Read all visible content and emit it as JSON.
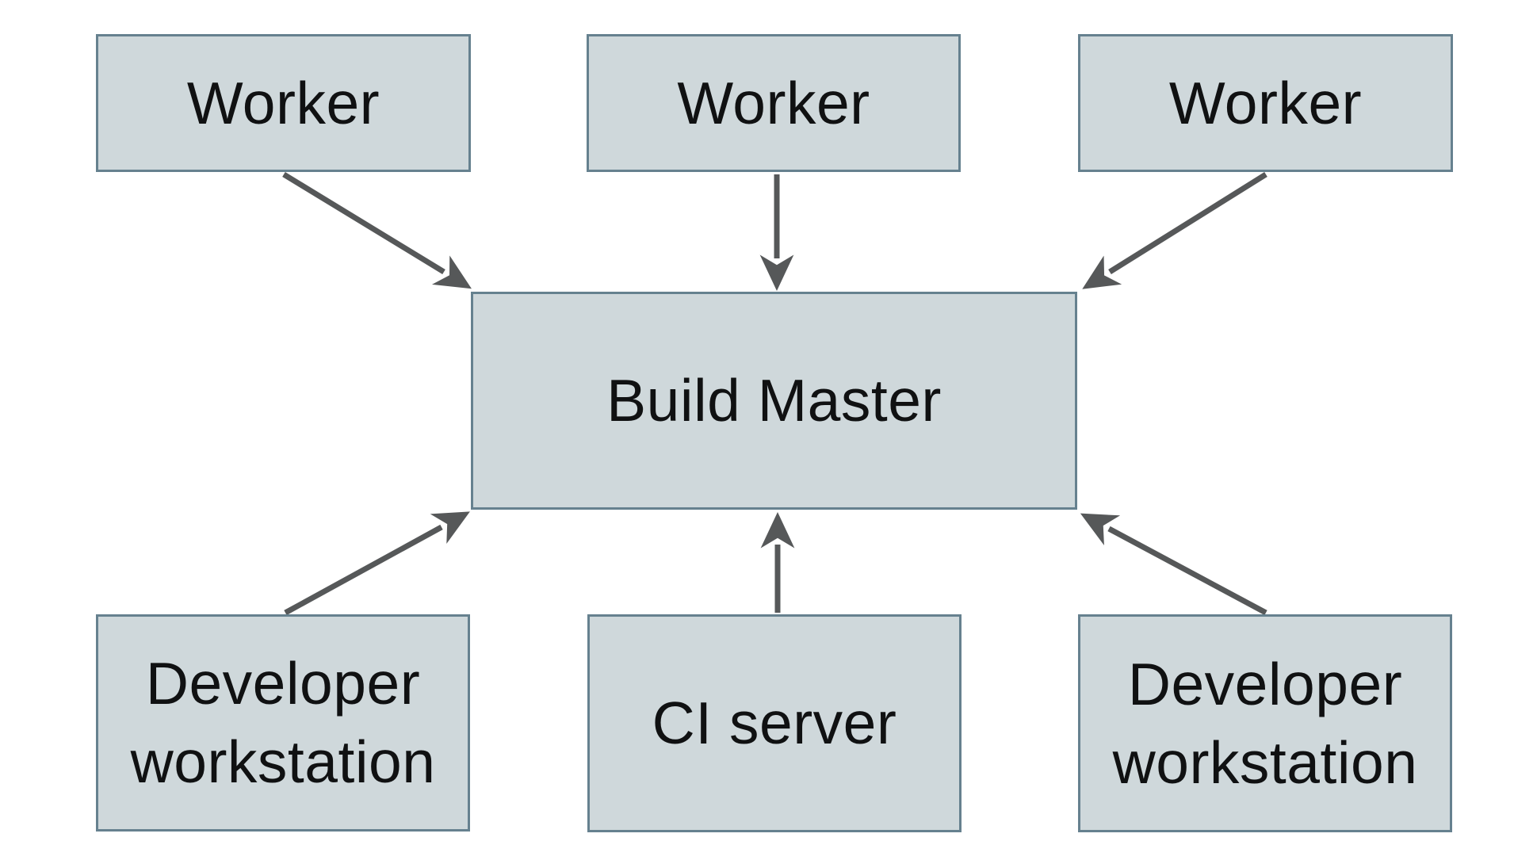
{
  "colors": {
    "background": "#ffffff",
    "node_fill": "#cfd8db",
    "node_border": "#66818f",
    "arrow": "#565859",
    "text": "#101112"
  },
  "diagram": {
    "type": "architecture-diagram",
    "nodes": [
      {
        "id": "worker-1",
        "label": "Worker"
      },
      {
        "id": "worker-2",
        "label": "Worker"
      },
      {
        "id": "worker-3",
        "label": "Worker"
      },
      {
        "id": "build-master",
        "label": "Build Master"
      },
      {
        "id": "developer-workstation-left",
        "label": "Developer workstation"
      },
      {
        "id": "ci-server",
        "label": "CI server"
      },
      {
        "id": "developer-workstation-right",
        "label": "Developer workstation"
      }
    ],
    "edges": [
      {
        "from": "worker-1",
        "to": "build-master"
      },
      {
        "from": "worker-2",
        "to": "build-master"
      },
      {
        "from": "worker-3",
        "to": "build-master"
      },
      {
        "from": "developer-workstation-left",
        "to": "build-master"
      },
      {
        "from": "ci-server",
        "to": "build-master"
      },
      {
        "from": "developer-workstation-right",
        "to": "build-master"
      }
    ]
  }
}
